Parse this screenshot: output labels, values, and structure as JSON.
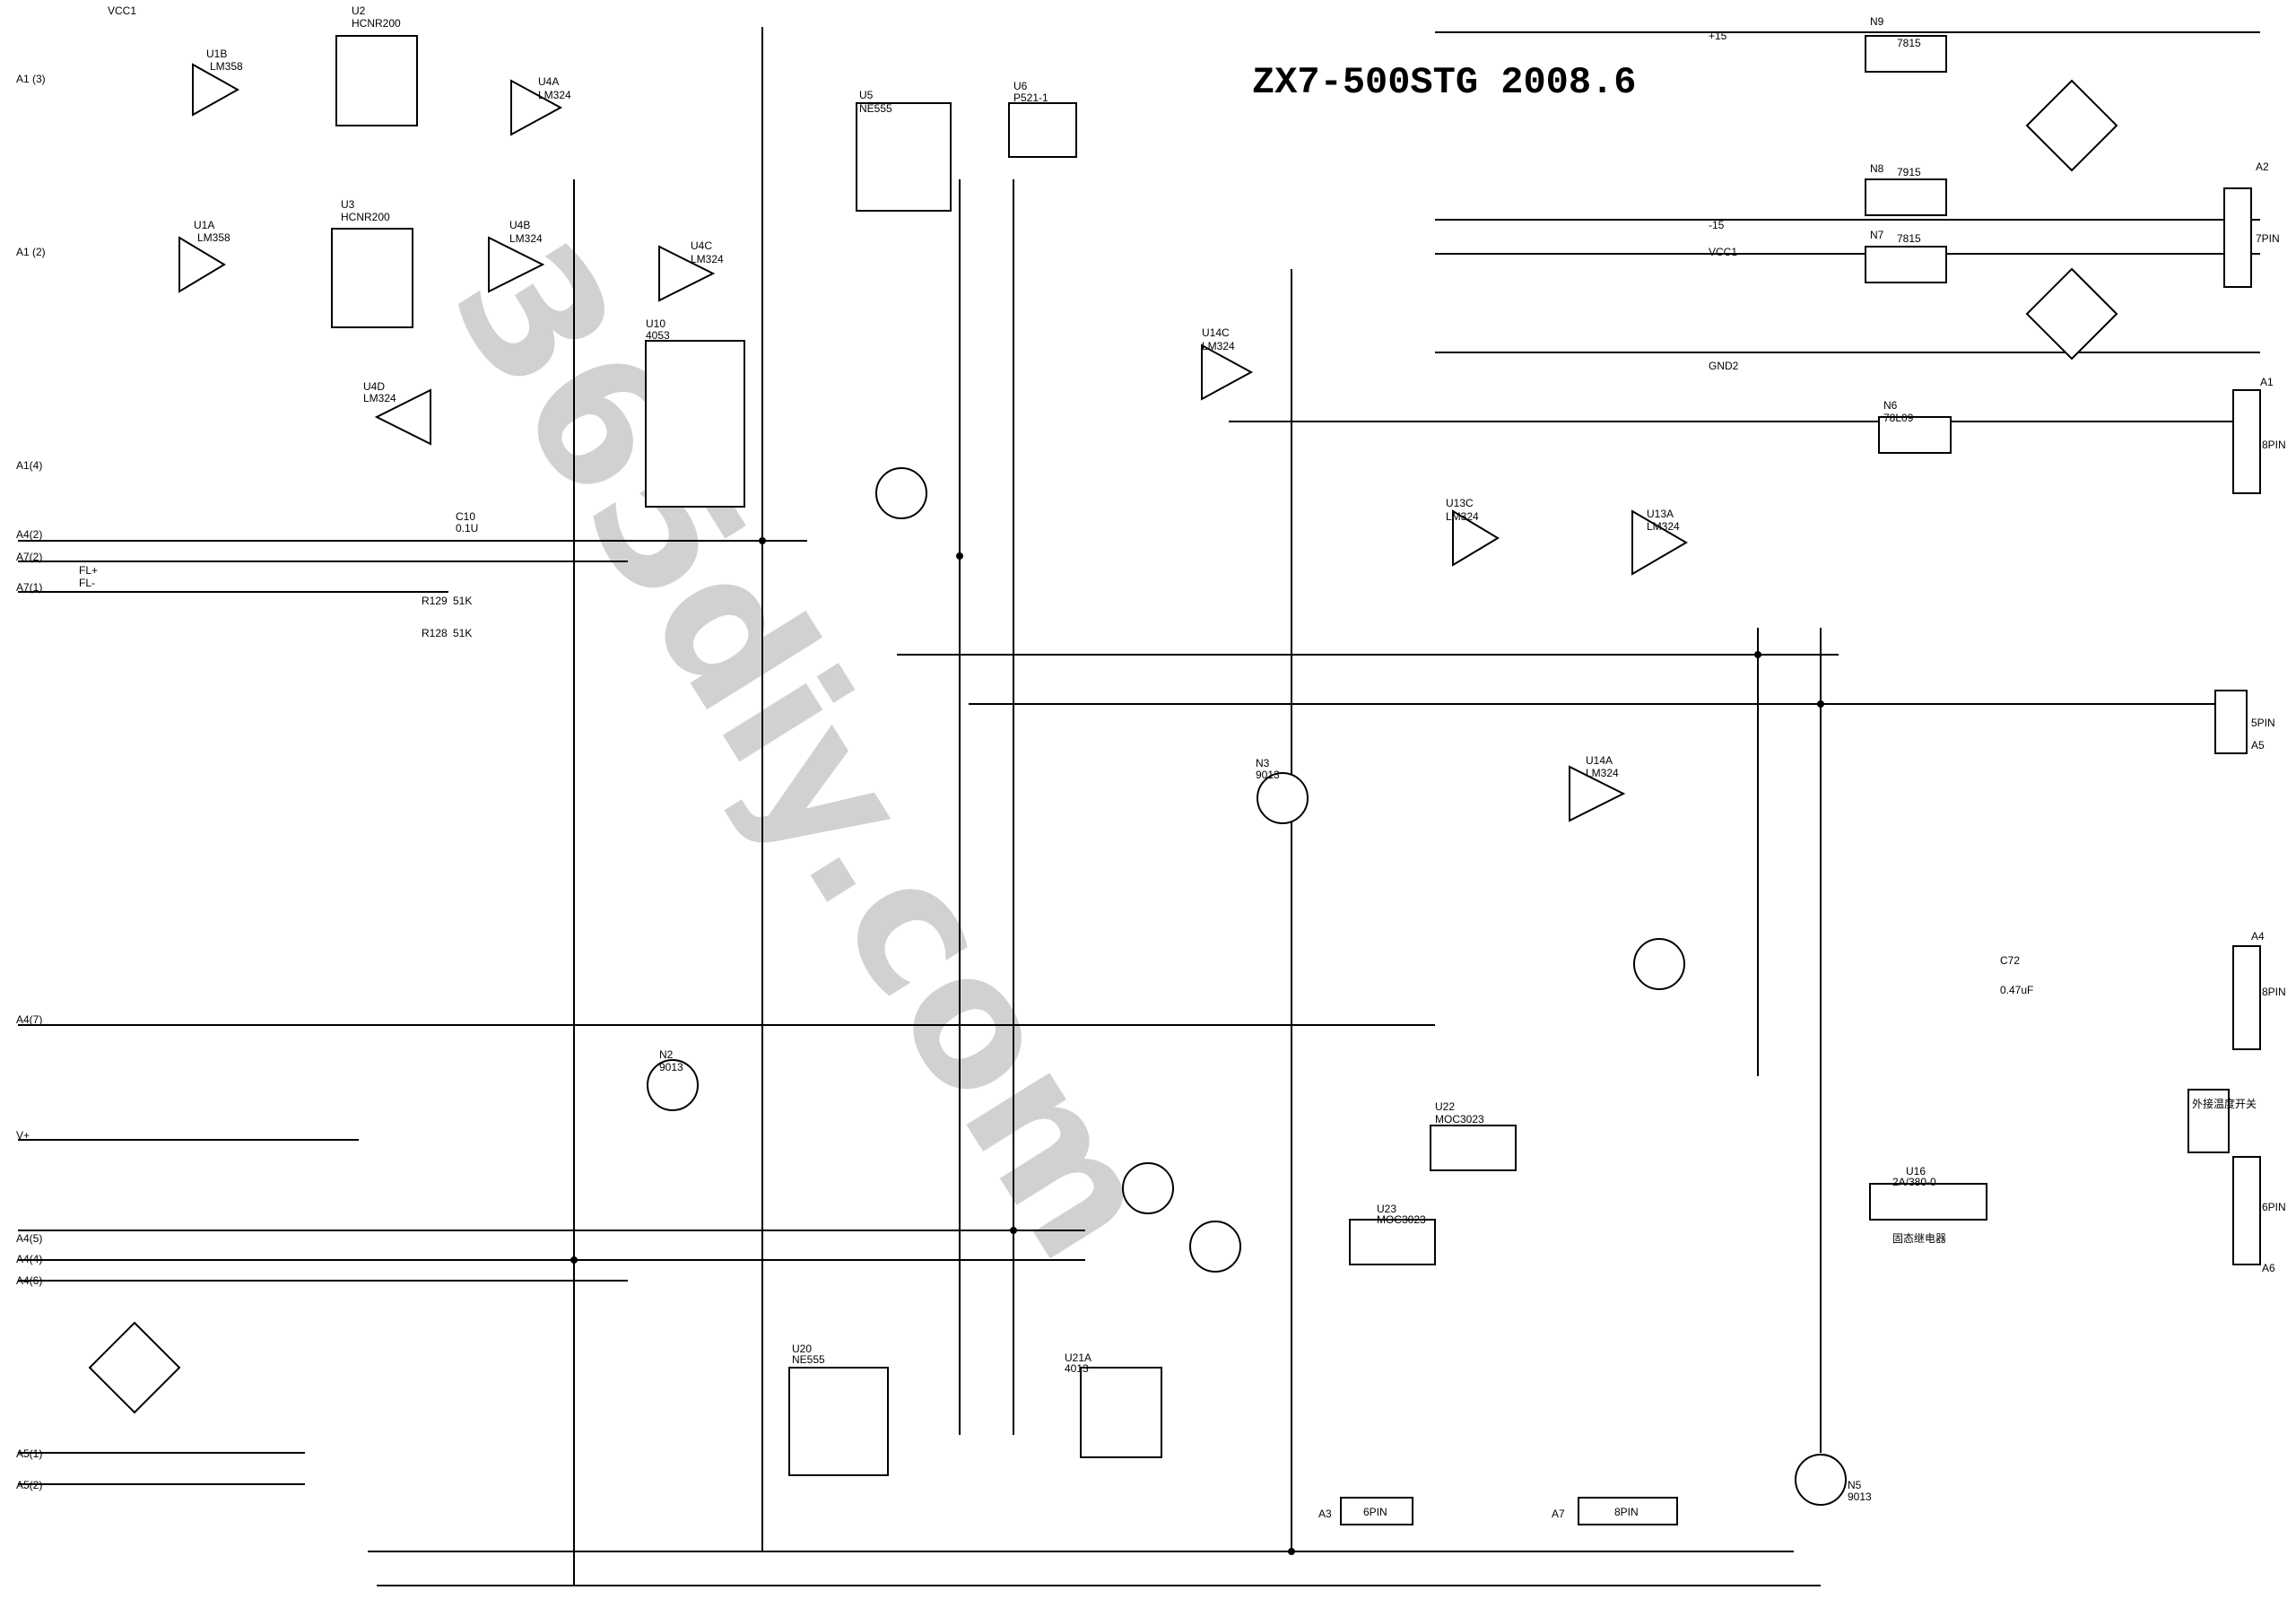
{
  "title": "ZX7-500STG 2008.6",
  "watermark": "365diy.com",
  "colors": {
    "wire": "#000000",
    "watermark": "#9a9a9a",
    "background": "#ffffff"
  },
  "parts": {
    "u1b": {
      "ref": "U1B",
      "type": "LM358"
    },
    "u1a": {
      "ref": "U1A",
      "type": "LM358"
    },
    "u2": {
      "ref": "U2",
      "type": "HCNR200"
    },
    "u3": {
      "ref": "U3",
      "type": "HCNR200"
    },
    "u4a": {
      "ref": "U4A",
      "type": "LM324"
    },
    "u4b": {
      "ref": "U4B",
      "type": "LM324"
    },
    "u4c": {
      "ref": "U4C",
      "type": "LM324"
    },
    "u4d": {
      "ref": "U4D",
      "type": "LM324"
    },
    "u5": {
      "ref": "U5",
      "type": "NE555"
    },
    "u6": {
      "ref": "U6",
      "type": "P521-1"
    },
    "u10": {
      "ref": "U10",
      "type": "4053"
    },
    "n9": {
      "ref": "N9",
      "type": "7815"
    },
    "n8": {
      "ref": "N8",
      "type": "7915"
    },
    "n7": {
      "ref": "N7",
      "type": "7815"
    },
    "n6": {
      "ref": "N6",
      "type": "78L09"
    },
    "u13a": {
      "ref": "U13A",
      "type": "LM324"
    },
    "u13c": {
      "ref": "U13C",
      "type": "LM324"
    },
    "u14a": {
      "ref": "U14A",
      "type": "LM324"
    },
    "u14c": {
      "ref": "U14C",
      "type": "LM324"
    },
    "u20": {
      "ref": "U20",
      "type": "NE555"
    },
    "u21a": {
      "ref": "U21A",
      "type": "4013"
    },
    "u22": {
      "ref": "U22",
      "type": "MOC3023"
    },
    "u23": {
      "ref": "U23",
      "type": "MOC3023"
    },
    "n2": {
      "ref": "N2",
      "type": "9013"
    },
    "n3": {
      "ref": "N3",
      "type": "9013"
    },
    "n5": {
      "ref": "N5",
      "type": "9013"
    }
  },
  "connectors": {
    "a1": {
      "ref": "A1",
      "pins": "8PIN"
    },
    "a2": {
      "ref": "A2",
      "pins": "7PIN"
    },
    "a3": {
      "ref": "A3",
      "pins": "6PIN"
    },
    "a4": {
      "ref": "A4",
      "pins": "8PIN"
    },
    "a5": {
      "ref": "A5",
      "pins": "5PIN"
    },
    "a6": {
      "ref": "A6",
      "pins": "6PIN"
    },
    "a7": {
      "ref": "A7",
      "pins": "8PIN"
    }
  },
  "nets": {
    "vcc1": "VCC1",
    "gnd2": "GND2",
    "p15": "+15",
    "m15": "-15",
    "vplus": "V+",
    "a1_3": "A1 (3)",
    "a1_2": "A1 (2)",
    "a1_4": "A1(4)",
    "a4_2": "A4(2)",
    "a7_2": "A7(2)",
    "a7_1": "A7(1)",
    "a4_7": "A4(7)",
    "a4_5": "A4(5)",
    "a4_4": "A4(4)",
    "a4_6": "A4(6)",
    "a5_1": "A5(1)",
    "a5_2": "A5(2)",
    "fl_p": "FL+",
    "fl_m": "FL-"
  },
  "annotations": {
    "relay_u16": "U16",
    "relay_rating": "2A/380-0",
    "relay_cn": "固态继电器",
    "switch_cn": "外接温度开关",
    "c72": "C72",
    "c72_val": "0.47uF",
    "r129": "R129",
    "r129_val": "51K",
    "r128": "R128",
    "r128_val": "51K",
    "c10": "C10",
    "c10_val": "0.1U"
  }
}
